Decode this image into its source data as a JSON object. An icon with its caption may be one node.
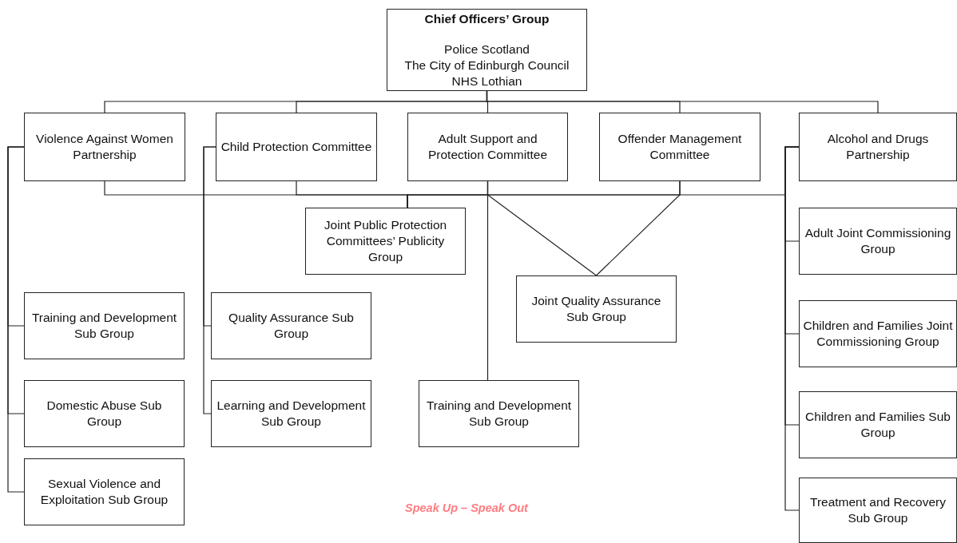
{
  "diagram": {
    "nodes": [
      {
        "text": [
          "Chief Officers’ Group",
          "Police Scotland",
          "The City of Edinburgh Council",
          "NHS Lothian"
        ]
      },
      {
        "text": [
          "Violence Against Women Partnership"
        ]
      },
      {
        "text": [
          "Child Protection Committee"
        ]
      },
      {
        "text": [
          "Adult Support and Protection Committee"
        ]
      },
      {
        "text": [
          "Offender Management Committee"
        ]
      },
      {
        "text": [
          "Alcohol and Drugs Partnership"
        ]
      },
      {
        "text": [
          "Joint Public Protection Committees’ Publicity Group"
        ]
      },
      {
        "text": [
          "Joint Quality Assurance Sub Group"
        ]
      },
      {
        "text": [
          "Training and Development Sub Group"
        ]
      },
      {
        "text": [
          "Domestic Abuse Sub Group"
        ]
      },
      {
        "text": [
          "Sexual Violence and Exploitation Sub Group"
        ]
      },
      {
        "text": [
          "Quality Assurance Sub Group"
        ]
      },
      {
        "text": [
          "Learning and Development Sub Group"
        ]
      },
      {
        "text": [
          "Training and Development Sub Group"
        ]
      },
      {
        "text": [
          "Adult Joint Commissioning Group"
        ]
      },
      {
        "text": [
          "Children and Families Joint Commissioning Group"
        ]
      },
      {
        "text": [
          "Children and Families Sub Group"
        ]
      },
      {
        "text": [
          "Treatment and Recovery Sub Group"
        ]
      }
    ],
    "edges": [
      {
        "from": 0,
        "to": 1,
        "arrow": "none"
      },
      {
        "from": 0,
        "to": 2,
        "arrow": "none"
      },
      {
        "from": 0,
        "to": 3,
        "arrow": "none"
      },
      {
        "from": 0,
        "to": 4,
        "arrow": "none"
      },
      {
        "from": 0,
        "to": 5,
        "arrow": "none"
      },
      {
        "from": 1,
        "to": 6,
        "arrow": "none"
      },
      {
        "from": 2,
        "to": 6,
        "arrow": "none"
      },
      {
        "from": 3,
        "to": 6,
        "arrow": "none"
      },
      {
        "from": 4,
        "to": 6,
        "arrow": "none"
      },
      {
        "from": 5,
        "to": 6,
        "arrow": "none"
      },
      {
        "from": 3,
        "to": 7,
        "arrow": "none"
      },
      {
        "from": 4,
        "to": 7,
        "arrow": "none"
      },
      {
        "from": 3,
        "to": 13,
        "arrow": "none"
      },
      {
        "from": 1,
        "to": 8,
        "arrow": "none"
      },
      {
        "from": 1,
        "to": 9,
        "arrow": "none"
      },
      {
        "from": 1,
        "to": 10,
        "arrow": "none"
      },
      {
        "from": 2,
        "to": 11,
        "arrow": "none"
      },
      {
        "from": 2,
        "to": 12,
        "arrow": "none"
      },
      {
        "from": 5,
        "to": 14,
        "arrow": "none"
      },
      {
        "from": 5,
        "to": 15,
        "arrow": "none"
      },
      {
        "from": 5,
        "to": 16,
        "arrow": "none"
      },
      {
        "from": 5,
        "to": 17,
        "arrow": "none"
      }
    ],
    "labels": [
      "Speak Up – Speak Out"
    ]
  }
}
